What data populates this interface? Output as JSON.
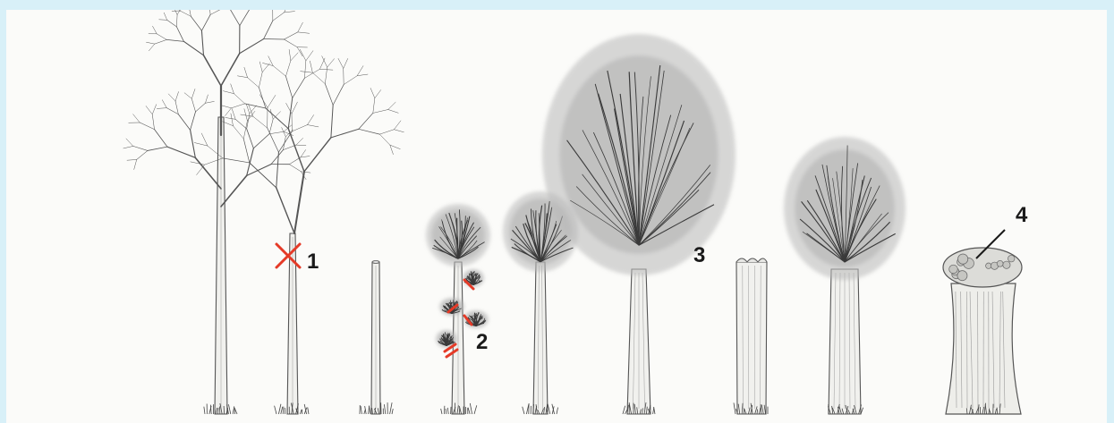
{
  "labels": [
    "1",
    "2",
    "3",
    "4"
  ],
  "colors": {
    "border": "#d8f0f8",
    "background": "#fbfbf9",
    "pencil": "#555555",
    "canopy": "#b9b9b9",
    "marker": "#e53a27",
    "text": "#1a1a1a"
  },
  "stages": [
    {
      "id": "young-tree",
      "canopy": "bare-branches"
    },
    {
      "id": "young-tree-headed",
      "canopy": "bare-branches",
      "marker": "cross"
    },
    {
      "id": "bare-stem",
      "canopy": "none"
    },
    {
      "id": "side-shoots-removed",
      "canopy": "small-crown",
      "marker": "dashes"
    },
    {
      "id": "young-crown",
      "canopy": "round-crown"
    },
    {
      "id": "mature-crown",
      "canopy": "large-crown"
    },
    {
      "id": "pollarded-trunk",
      "canopy": "none"
    },
    {
      "id": "regrown-crown",
      "canopy": "bushy-crown"
    },
    {
      "id": "pollard-head",
      "canopy": "knuckle-head"
    }
  ]
}
